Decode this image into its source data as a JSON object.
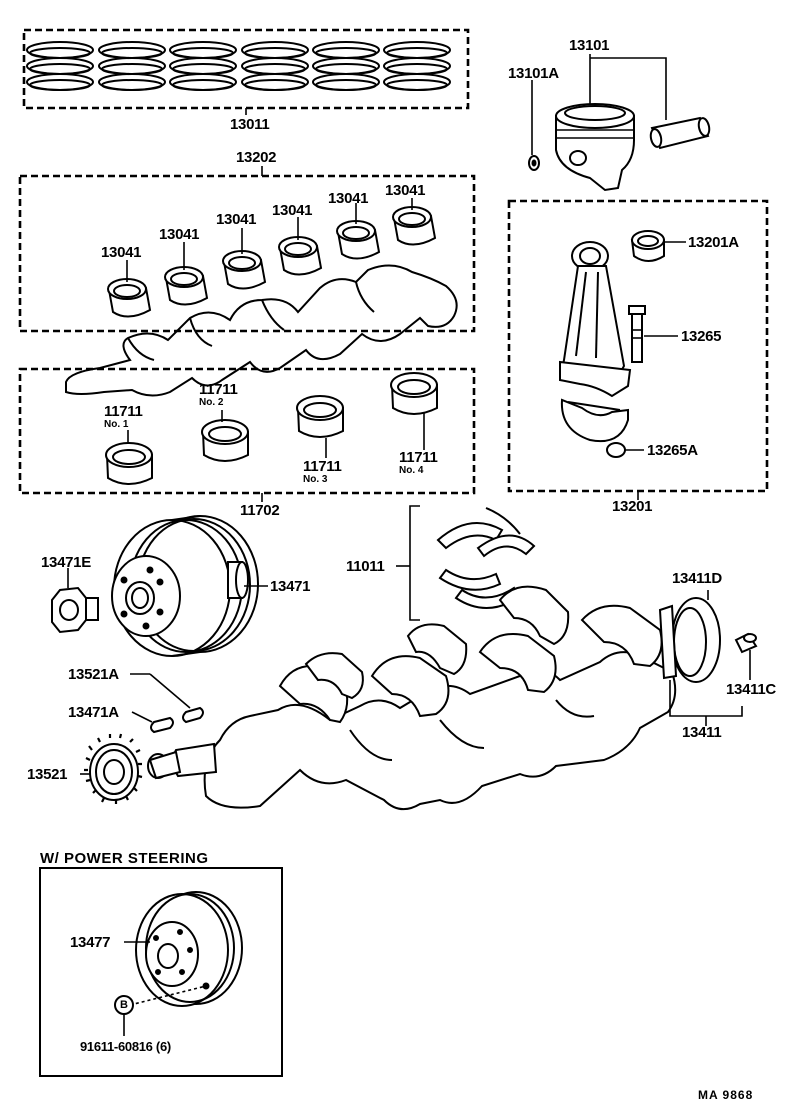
{
  "parts": {
    "rings": "13011",
    "piston_set": "13101",
    "snap_ring": "13101A",
    "upper_bearing_set": "13202",
    "rod_bearings": [
      "13041",
      "13041",
      "13041",
      "13041",
      "13041",
      "13041"
    ],
    "rod_bushing": "13201A",
    "rod_bolt": "13265",
    "rod_nut": "13265A",
    "rod_assy": "13201",
    "main_bearings": [
      {
        "num": "11711",
        "sub": "No. 1"
      },
      {
        "num": "11711",
        "sub": "No. 2"
      },
      {
        "num": "11711",
        "sub": "No. 3"
      },
      {
        "num": "11711",
        "sub": "No. 4"
      }
    ],
    "main_bearing_set": "11702",
    "thrust_washers": "11011",
    "pulley_bolt": "13471E",
    "pulley": "13471",
    "gear_key": "13521A",
    "pulley_key": "13471A",
    "timing_gear": "13521",
    "bearing_rear": "13411D",
    "pilot_bearing": "13411C",
    "crankshaft": "13411",
    "ps_pulley": "13477",
    "ps_bolt": "91611-60816 (6)",
    "ps_bolt_code": "B"
  },
  "inset_title": "W/ POWER  STEERING",
  "footer": "MA  9868"
}
